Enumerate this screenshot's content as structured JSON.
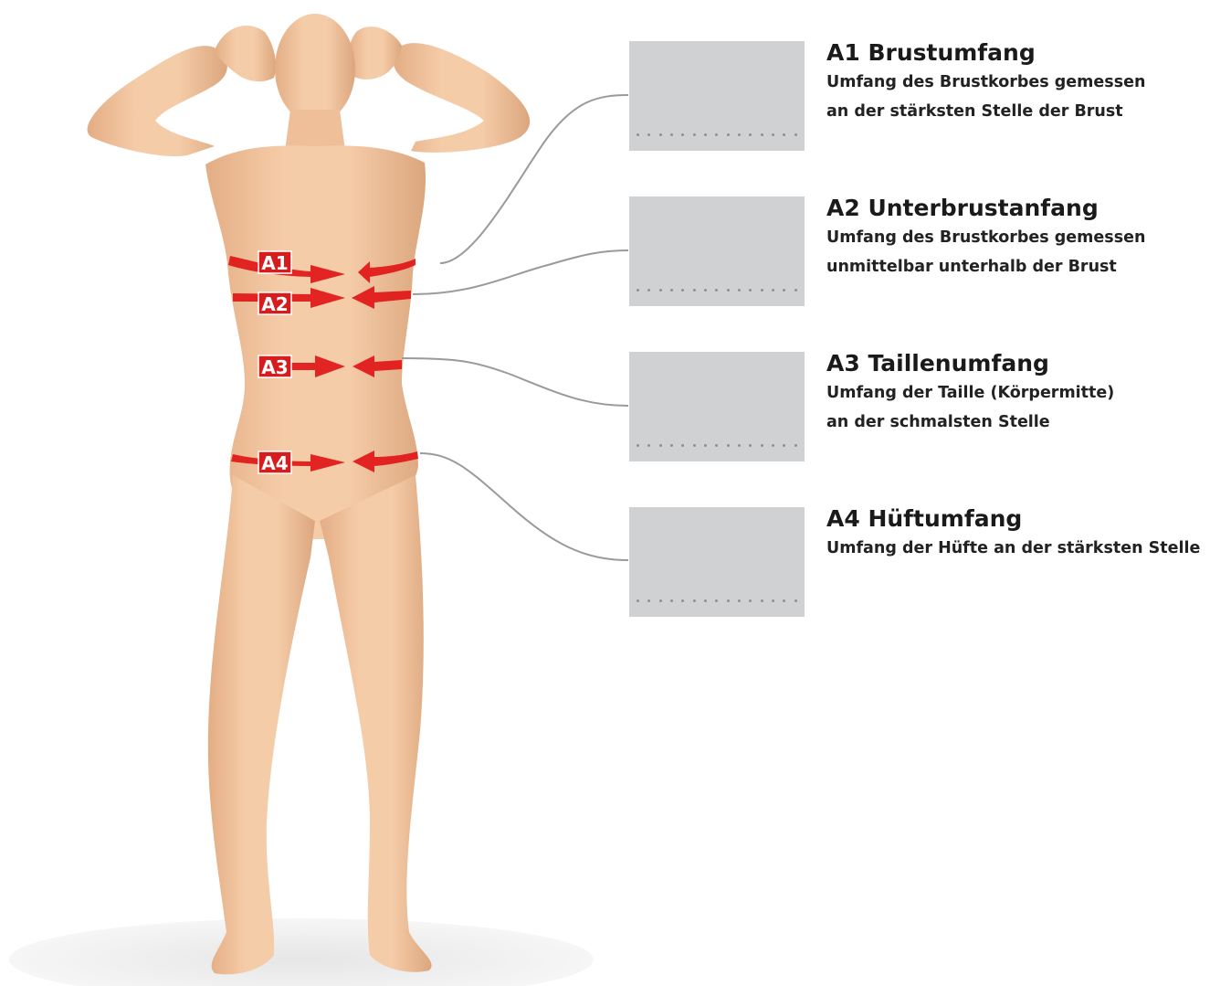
{
  "measurements": [
    {
      "id": "A1",
      "title": "A1 Brustumfang",
      "lines": [
        "Umfang des Brustkorbes gemessen",
        "an der stärksten Stelle der Brust"
      ]
    },
    {
      "id": "A2",
      "title": "A2 Unterbrustanfang",
      "lines": [
        "Umfang des Brustkorbes gemessen",
        "unmittelbar unterhalb der Brust"
      ]
    },
    {
      "id": "A3",
      "title": "A3 Taillenumfang",
      "lines": [
        "Umfang der Taille (Körpermitte)",
        "an der schmalsten Stelle"
      ]
    },
    {
      "id": "A4",
      "title": "A4 Hüftumfang",
      "lines": [
        "Umfang der Hüfte an der stärksten Stelle"
      ]
    }
  ],
  "colors": {
    "skin": "#f2c6a0",
    "skin_shadow": "#d9a57c",
    "arrow": "#e01a1a",
    "label_bg": "#d61c1c",
    "input_box": "#d0d1d3",
    "leader_line": "#9a9a9a"
  }
}
